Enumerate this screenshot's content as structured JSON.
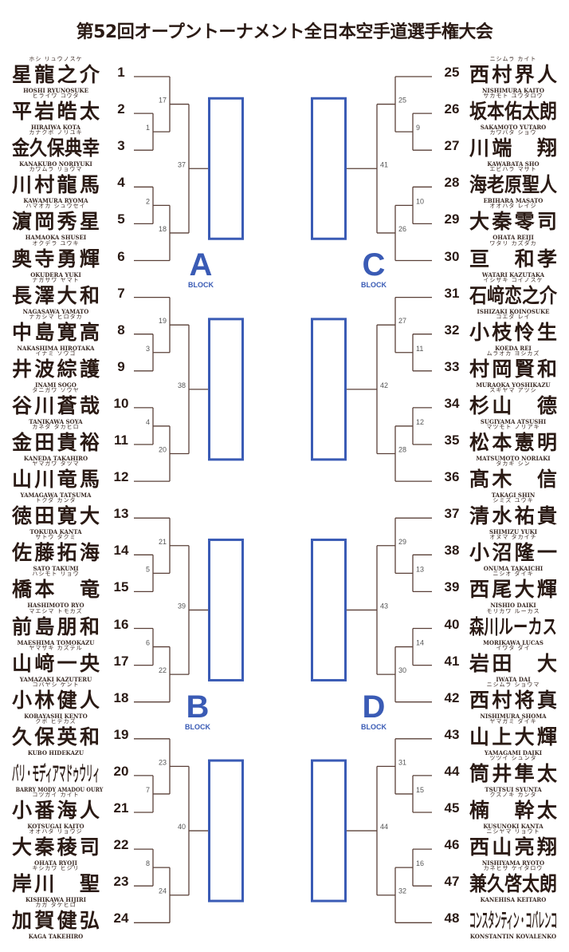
{
  "title": "第52回オープントーナメント全日本空手道選手権大会",
  "colors": {
    "text": "#2a1a14",
    "line": "#5a4038",
    "accent": "#3a5bb5",
    "match_label": "#555555"
  },
  "blocks": [
    {
      "letter": "A",
      "word": "BLOCK"
    },
    {
      "letter": "B",
      "word": "BLOCK"
    },
    {
      "letter": "C",
      "word": "BLOCK"
    },
    {
      "letter": "D",
      "word": "BLOCK"
    }
  ],
  "groups": [
    {
      "side": "left",
      "matches": [
        "1",
        "2",
        "17",
        "18",
        "37"
      ]
    },
    {
      "side": "left",
      "matches": [
        "3",
        "4",
        "19",
        "20",
        "38"
      ]
    },
    {
      "side": "left",
      "matches": [
        "5",
        "6",
        "21",
        "22",
        "39"
      ]
    },
    {
      "side": "left",
      "matches": [
        "7",
        "8",
        "23",
        "24",
        "40"
      ]
    },
    {
      "side": "right",
      "matches": [
        "9",
        "10",
        "25",
        "26",
        "41"
      ]
    },
    {
      "side": "right",
      "matches": [
        "11",
        "12",
        "27",
        "28",
        "42"
      ]
    },
    {
      "side": "right",
      "matches": [
        "13",
        "14",
        "29",
        "30",
        "43"
      ]
    },
    {
      "side": "right",
      "matches": [
        "15",
        "16",
        "31",
        "32",
        "44"
      ]
    }
  ],
  "entrants": [
    {
      "seed": "1",
      "kana": "ホシ リュウノスケ",
      "name": "星龍之介",
      "romaji": "HOSHI RYUNOSUKE"
    },
    {
      "seed": "2",
      "kana": "ヒライワ コウタ",
      "name": "平岩皓太",
      "romaji": "HIRAIWA KOTA"
    },
    {
      "seed": "3",
      "kana": "カナクボ ノリユキ",
      "name": "金久保典幸",
      "romaji": "KANAKUBO NORIYUKI"
    },
    {
      "seed": "4",
      "kana": "カワムラ リョウマ",
      "name": "川村龍馬",
      "romaji": "KAWAMURA RYOMA"
    },
    {
      "seed": "5",
      "kana": "ハマオカ シュウセイ",
      "name": "濵岡秀星",
      "romaji": "HAMAOKA SHUSEI"
    },
    {
      "seed": "6",
      "kana": "オクデラ ユウキ",
      "name": "奥寺勇輝",
      "romaji": "OKUDERA YUKI"
    },
    {
      "seed": "7",
      "kana": "ナガサワ ヤマト",
      "name": "長澤大和",
      "romaji": "NAGASAWA YAMATO"
    },
    {
      "seed": "8",
      "kana": "ナカシマ ヒロタカ",
      "name": "中島寛高",
      "romaji": "NAKASHIMA HIROTAKA"
    },
    {
      "seed": "9",
      "kana": "イナミ ソウゴ",
      "name": "井波綜護",
      "romaji": "INAMI SOGO"
    },
    {
      "seed": "10",
      "kana": "タニガワ ソウヤ",
      "name": "谷川蒼哉",
      "romaji": "TANIKAWA SOYA"
    },
    {
      "seed": "11",
      "kana": "カネダ タカヒロ",
      "name": "金田貴裕",
      "romaji": "KANEDA TAKAHIRO"
    },
    {
      "seed": "12",
      "kana": "ヤマガワ タツマ",
      "name": "山川竜馬",
      "romaji": "YAMAGAWA TATSUMA"
    },
    {
      "seed": "13",
      "kana": "トクダ カンタ",
      "name": "徳田寛大",
      "romaji": "TOKUDA KANTA"
    },
    {
      "seed": "14",
      "kana": "サトウ タクミ",
      "name": "佐藤拓海",
      "romaji": "SATO TAKUMI"
    },
    {
      "seed": "15",
      "kana": "ハシモト リョウ",
      "name": "橋本　竜",
      "romaji": "HASHIMOTO RYO"
    },
    {
      "seed": "16",
      "kana": "マエシマ トモカズ",
      "name": "前島朋和",
      "romaji": "MAESHIMA TOMOKAZU"
    },
    {
      "seed": "17",
      "kana": "ヤマザキ カズテル",
      "name": "山﨑一央",
      "romaji": "YAMAZAKI KAZUTERU"
    },
    {
      "seed": "18",
      "kana": "コバヤシ ケント",
      "name": "小林健人",
      "romaji": "KOBAYASHI KENTO"
    },
    {
      "seed": "19",
      "kana": "クボ ヒデカズ",
      "name": "久保英和",
      "romaji": "KUBO HIDEKAZU"
    },
    {
      "seed": "20",
      "kana": "",
      "name": "バリ・モディアマドゥウリィ",
      "romaji": "BARRY MODY AMADOU OURY"
    },
    {
      "seed": "21",
      "kana": "コツガイ カイト",
      "name": "小番海人",
      "romaji": "KOTSUGAI KAITO"
    },
    {
      "seed": "22",
      "kana": "オオハタ リョウジ",
      "name": "大秦稜司",
      "romaji": "OHATA RYOJI"
    },
    {
      "seed": "23",
      "kana": "キシカワ ヒジリ",
      "name": "岸川　聖",
      "romaji": "KISHIKAWA HIJIRI"
    },
    {
      "seed": "24",
      "kana": "カガ タケヒロ",
      "name": "加賀健弘",
      "romaji": "KAGA TAKEHIRO"
    },
    {
      "seed": "25",
      "kana": "ニシムラ カイト",
      "name": "西村界人",
      "romaji": "NISHIMURA KAITO"
    },
    {
      "seed": "26",
      "kana": "サカモト ユウタロウ",
      "name": "坂本佑太朗",
      "romaji": "SAKAMOTO YUTARO"
    },
    {
      "seed": "27",
      "kana": "カワバタ ショウ",
      "name": "川端　翔",
      "romaji": "KAWABATA SHO"
    },
    {
      "seed": "28",
      "kana": "エビハラ マサト",
      "name": "海老原聖人",
      "romaji": "EBIHARA MASATO"
    },
    {
      "seed": "29",
      "kana": "オオハタ レイジ",
      "name": "大秦零司",
      "romaji": "OHATA REIJI"
    },
    {
      "seed": "30",
      "kana": "ワタリ カズタカ",
      "name": "亘　和孝",
      "romaji": "WATARI KAZUTAKA"
    },
    {
      "seed": "31",
      "kana": "イシザキ コイノスケ",
      "name": "石﨑恋之介",
      "romaji": "ISHIZAKI KOINOSUKE"
    },
    {
      "seed": "32",
      "kana": "コエダ レイ",
      "name": "小枝怜生",
      "romaji": "KOEDA REI"
    },
    {
      "seed": "33",
      "kana": "ムラオカ ヨシカズ",
      "name": "村岡賢和",
      "romaji": "MURAOKA YOSHIKAZU"
    },
    {
      "seed": "34",
      "kana": "スギヤマ アツシ",
      "name": "杉山　德",
      "romaji": "SUGIYAMA ATSUSHI"
    },
    {
      "seed": "35",
      "kana": "マツモト ノリアキ",
      "name": "松本憲明",
      "romaji": "MATSUMOTO NORIAKI"
    },
    {
      "seed": "36",
      "kana": "タカギ シン",
      "name": "髙木　信",
      "romaji": "TAKAGI SHIN"
    },
    {
      "seed": "37",
      "kana": "シミズ ユウキ",
      "name": "清水祐貴",
      "romaji": "SHIMIZU YUKI"
    },
    {
      "seed": "38",
      "kana": "オヌマ タカイチ",
      "name": "小沼隆一",
      "romaji": "ONUMA TAKAICHI"
    },
    {
      "seed": "39",
      "kana": "ニシオ ダイキ",
      "name": "西尾大輝",
      "romaji": "NISHIO DAIKI"
    },
    {
      "seed": "40",
      "kana": "モリカワ ルーカス",
      "name": "森川ルーカス",
      "romaji": "MORIKAWA LUCAS"
    },
    {
      "seed": "41",
      "kana": "イワタ ダイ",
      "name": "岩田　大",
      "romaji": "IWATA DAI"
    },
    {
      "seed": "42",
      "kana": "ニシムラ ショウマ",
      "name": "西村将真",
      "romaji": "NISHIMURA SHOMA"
    },
    {
      "seed": "43",
      "kana": "ヤマガミ ダイキ",
      "name": "山上大輝",
      "romaji": "YAMAGAMI DAIKI"
    },
    {
      "seed": "44",
      "kana": "ツツイ シュンタ",
      "name": "筒井隼太",
      "romaji": "TSUTSUI SYUNTA"
    },
    {
      "seed": "45",
      "kana": "クスノキ カンタ",
      "name": "楠　幹太",
      "romaji": "KUSUNOKI KANTA"
    },
    {
      "seed": "46",
      "kana": "ニシヤマ リョウト",
      "name": "西山亮翔",
      "romaji": "NISHIYAMA RYOTO"
    },
    {
      "seed": "47",
      "kana": "カネヒサ ケイタロウ",
      "name": "兼久啓太朗",
      "romaji": "KANEHISA KEITARO"
    },
    {
      "seed": "48",
      "kana": "",
      "name": "コンスタンティン・コバレンコ",
      "romaji": "KONSTANTIN KOVALENKO"
    }
  ]
}
